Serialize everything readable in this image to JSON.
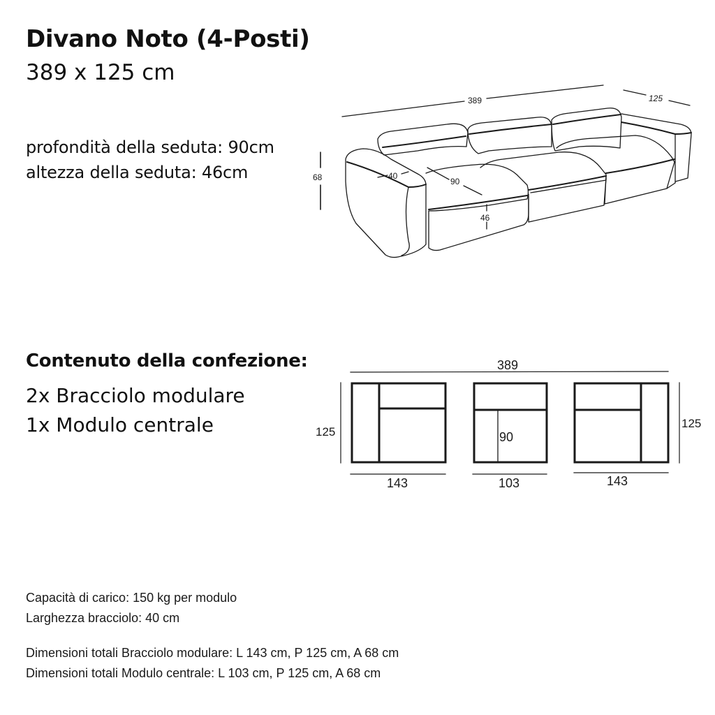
{
  "header": {
    "title": "Divano Noto (4-Posti)",
    "dimensions": "389 x 125 cm"
  },
  "seat_specs": [
    "profondità della seduta: 90cm",
    "altezza della seduta: 46cm"
  ],
  "perspective_drawing": {
    "width_label": "389",
    "depth_label": "125",
    "height_label": "68",
    "armrest_label": "40",
    "seat_depth_label": "90",
    "seat_height_label": "46"
  },
  "package": {
    "title": "Contenuto della confezione:",
    "items": [
      "2x Bracciolo modulare",
      "1x Modulo centrale"
    ]
  },
  "top_view": {
    "total_width_label": "389",
    "left_depth_label": "125",
    "right_depth_label": "125",
    "left_module_width": "143",
    "center_module_width": "103",
    "right_module_width": "143",
    "center_seat_depth": "90"
  },
  "footer": {
    "lines": [
      "Capacità di carico: 150 kg per modulo",
      "Larghezza bracciolo: 40 cm"
    ],
    "dimension_lines": [
      "Dimensioni totali Bracciolo modulare: L 143 cm, P 125 cm, A 68 cm",
      "Dimensioni totali Modulo centrale: L 103 cm, P 125 cm, A 68 cm"
    ]
  },
  "colors": {
    "text": "#111111",
    "line": "#1a1a1a",
    "background": "#ffffff"
  }
}
